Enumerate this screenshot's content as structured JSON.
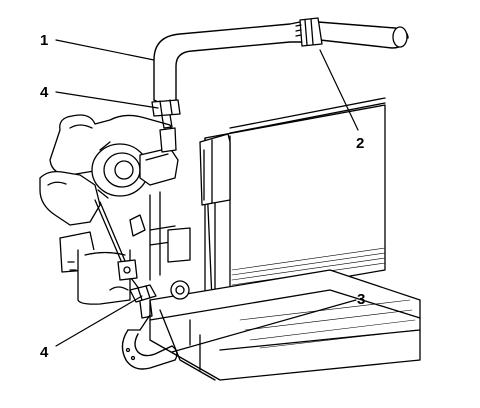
{
  "callouts": {
    "hose": "1",
    "clamp_upper": "2",
    "lower_hose": "3",
    "clamp_lower": "4",
    "clamp_top_left": "4"
  },
  "colors": {
    "line": "#000000",
    "fill": "#ffffff"
  }
}
